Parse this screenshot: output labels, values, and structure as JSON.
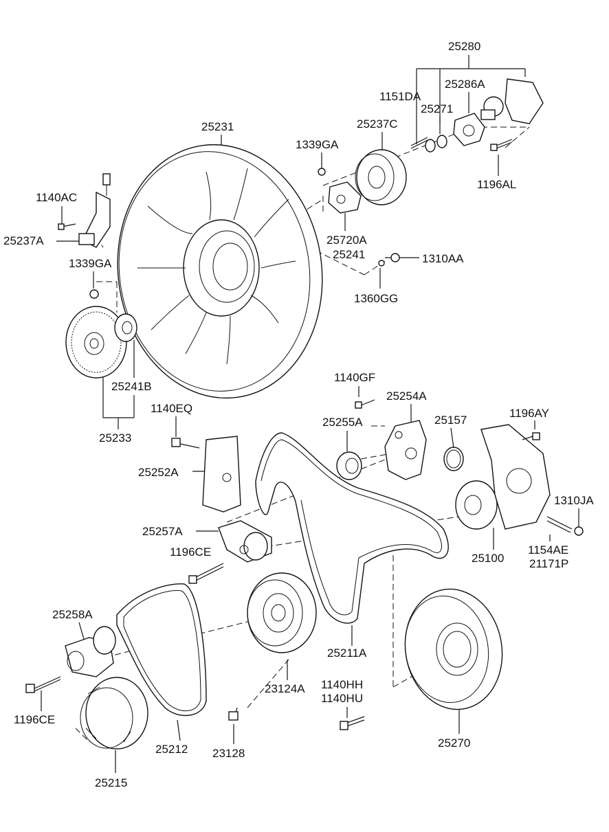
{
  "labels": {
    "l_25280": "25280",
    "l_25286A": "25286A",
    "l_1151DA": "1151DA",
    "l_25271": "25271",
    "l_25231": "25231",
    "l_25237C": "25237C",
    "l_1339GA_top": "1339GA",
    "l_1196AL": "1196AL",
    "l_1140AC": "1140AC",
    "l_25237A": "25237A",
    "l_25720A": "25720A",
    "l_25241": "25241",
    "l_1310AA": "1310AA",
    "l_1339GA_left": "1339GA",
    "l_1360GG": "1360GG",
    "l_25241B": "25241B",
    "l_25233": "25233",
    "l_1140GF": "1140GF",
    "l_25254A": "25254A",
    "l_1140EQ": "1140EQ",
    "l_25255A": "25255A",
    "l_25157": "25157",
    "l_1196AY": "1196AY",
    "l_25252A": "25252A",
    "l_1310JA": "1310JA",
    "l_25257A": "25257A",
    "l_25100": "25100",
    "l_1154AE": "1154AE",
    "l_21171P": "21171P",
    "l_1196CE_mid": "1196CE",
    "l_25258A": "25258A",
    "l_25211A": "25211A",
    "l_23124A": "23124A",
    "l_1140HH": "1140HH",
    "l_1140HU": "1140HU",
    "l_1196CE_low": "1196CE",
    "l_25212": "25212",
    "l_23128": "23128",
    "l_25270": "25270",
    "l_25215": "25215"
  }
}
